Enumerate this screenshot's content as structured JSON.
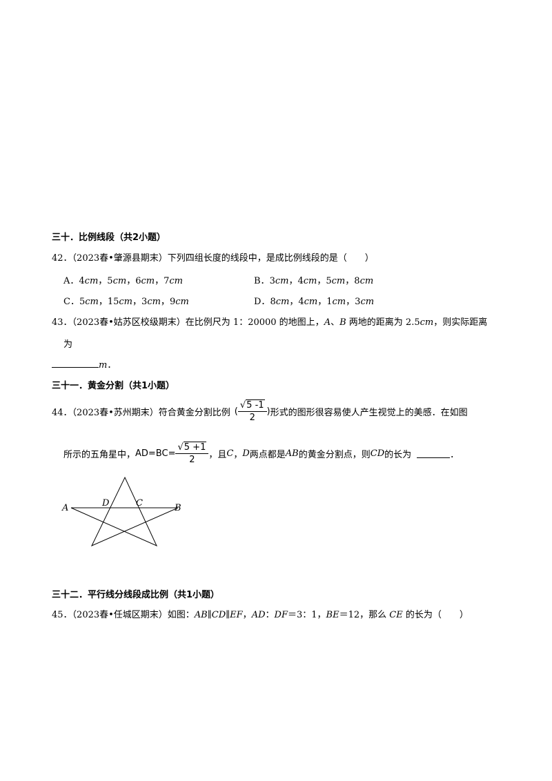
{
  "sections": [
    {
      "title": "三十．比例线段（共2小题）"
    },
    {
      "title": "三十一．黄金分割（共1小题）"
    },
    {
      "title": "三十二．平行线分线段成比例（共1小题）"
    }
  ],
  "q42": {
    "stem": "42．（2023春•肇源县期末）下列四组长度的线段中，是成比例线段的是（　　）",
    "options": [
      {
        "label": "A．",
        "vals": [
          "4",
          "5",
          "6",
          "7"
        ]
      },
      {
        "label": "B．",
        "vals": [
          "3",
          "4",
          "5",
          "8"
        ]
      },
      {
        "label": "C．",
        "vals": [
          "5",
          "15",
          "3",
          "9"
        ]
      },
      {
        "label": "D．",
        "vals": [
          "8",
          "4",
          "1",
          "3"
        ]
      }
    ],
    "unit": "cm",
    "sep": "，"
  },
  "q43": {
    "part1": "43．（2023春•姑苏区校级期末）在比例尺为 1：20000 的地图上，",
    "A": "A",
    "dun": "、",
    "B": "B",
    "part2": " 两地的距离为 2.5",
    "unit": "cm",
    "part3": "，则实际距离",
    "line2": "为",
    "answer_unit": "m",
    "end": "．"
  },
  "q44": {
    "part1": "44．（2023春•苏州期末）符合黄金分割比例",
    "ratio_num": "5 -1",
    "ratio_den": "2",
    "lparen": "(",
    "rparen": ")",
    "part2": "形式的图形很容易使人产生视觉上的美感．在如图",
    "line2a": "所示的五角星中，",
    "ad_bc": "AD=BC=",
    "frac2_num": "5 +1",
    "frac2_den": "2",
    "line2b": "，且 ",
    "C": "C",
    "comma": "，",
    "D": "D",
    "line2c": " 两点都是 ",
    "AB": "AB",
    "line2d": " 的黄金分割点，则 ",
    "CD": "CD",
    "line2e": " 的长为",
    "end": "．",
    "figure_labels": {
      "A": "A",
      "B": "B",
      "C": "C",
      "D": "D"
    }
  },
  "q45": {
    "part1": "45．（2023春•任城区期末）如图：",
    "AB": "AB",
    "par": "∥",
    "CD": "CD",
    "EF": "EF",
    "comma": "，",
    "AD": "AD",
    "colon": "：",
    "DF": "DF",
    "ratio": "＝3：1，",
    "BE": "BE",
    "be_val": "＝12，那么 ",
    "CE": "CE",
    "part2": " 的长为（　　）"
  }
}
